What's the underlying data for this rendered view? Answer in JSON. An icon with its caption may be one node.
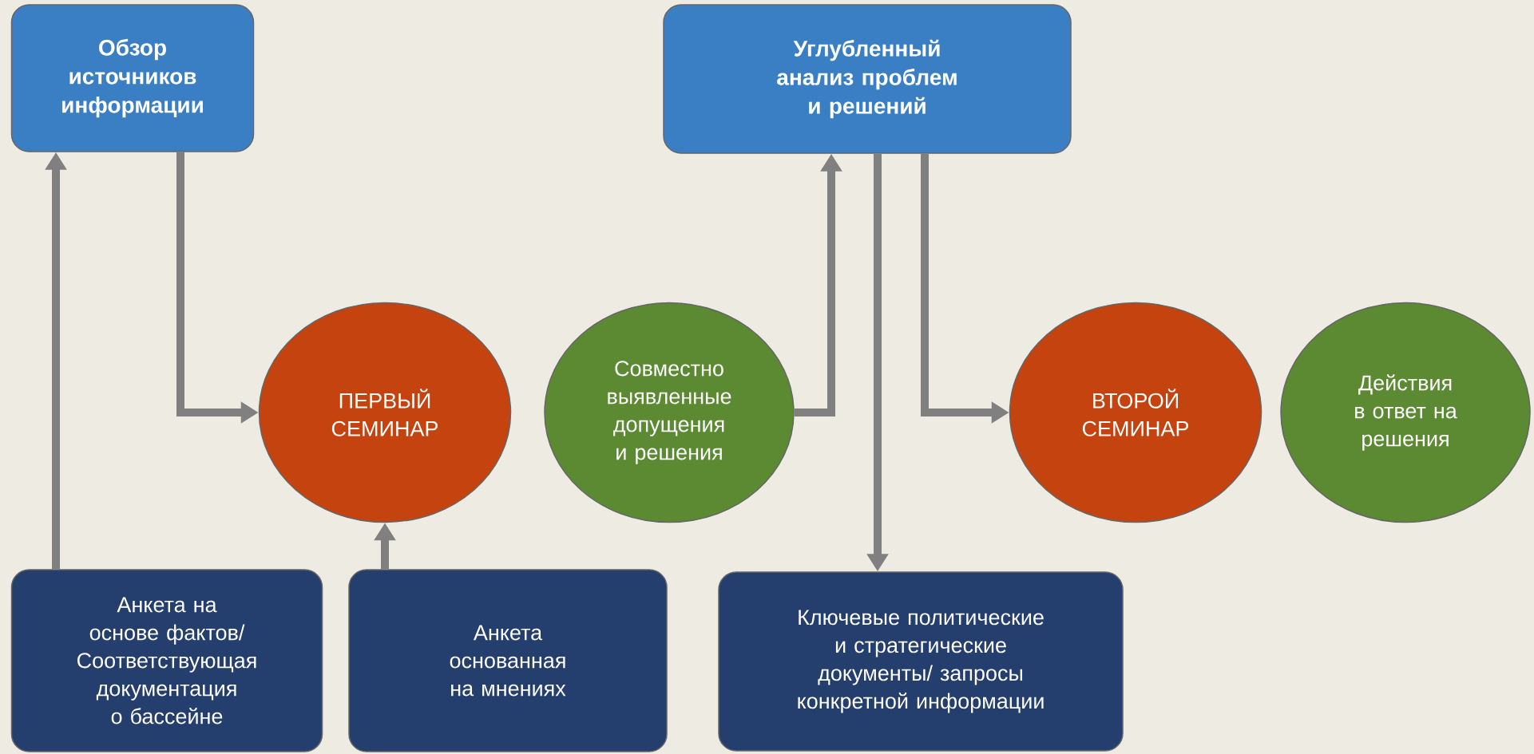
{
  "diagram": {
    "nodes": [
      {
        "text": [
          "Обзор источников информации"
        ]
      },
      {
        "text": [
          "Углубленный анализ проблем и решений"
        ]
      },
      {
        "text": [
          "ПЕРВЫЙ СЕМИНАР"
        ]
      },
      {
        "text": [
          "Совместно выявленные допущения и решения"
        ]
      },
      {
        "text": [
          "ВТОРОЙ СЕМИНАР"
        ]
      },
      {
        "text": [
          "Действия в ответ на решения"
        ]
      },
      {
        "text": [
          "Анкета на основе фактов/ Соответствующая документация о бассейне"
        ]
      },
      {
        "text": [
          "Анкета основанная на мнениях"
        ]
      },
      {
        "text": [
          "Ключевые политические и стратегические документы/ запросы конкретной информации"
        ]
      }
    ],
    "edges": [
      {
        "from": 6,
        "to": 0,
        "arrow": "to"
      },
      {
        "from": 0,
        "to": 2,
        "arrow": "to"
      },
      {
        "from": 7,
        "to": 2,
        "arrow": "to"
      },
      {
        "from": 3,
        "to": 1,
        "arrow": "to"
      },
      {
        "from": 1,
        "to": 8,
        "arrow": "to"
      },
      {
        "from": 1,
        "to": 4,
        "arrow": "to"
      }
    ]
  }
}
